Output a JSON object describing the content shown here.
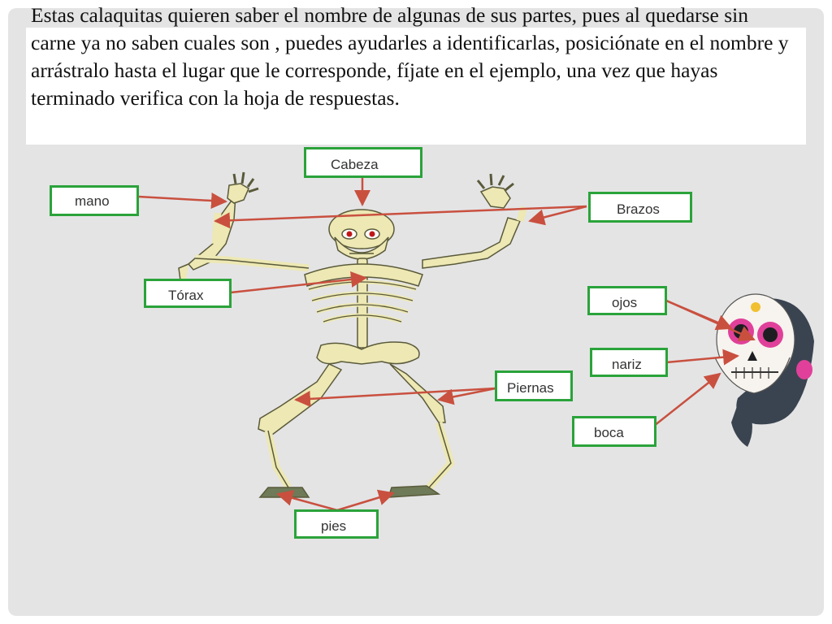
{
  "instructions": "Estas calaquitas quieren saber el nombre de algunas de sus partes, pues al quedarse sin carne ya no saben cuales son , puedes ayudarles a identificarlas, posiciónate en el nombre  y arrástralo  hasta el lugar que le corresponde, fíjate en el ejemplo,  una vez que hayas terminado  verifica con la hoja de respuestas.",
  "labels": {
    "cabeza": "Cabeza",
    "mano": "mano",
    "brazos": "Brazos",
    "torax": "Tórax",
    "ojos": "ojos",
    "nariz": "nariz",
    "piernas": "Piernas",
    "boca": "boca",
    "pies": "pies"
  },
  "colors": {
    "label_border": "#2aa33a",
    "arrow": "#c9503f",
    "bone": "#ede8b4",
    "bone_outline": "#5a5a3a",
    "hair": "#3a4450",
    "accent_pink": "#e0409a"
  },
  "icons": [
    "skeleton-illustration",
    "sugar-skull-illustration"
  ]
}
